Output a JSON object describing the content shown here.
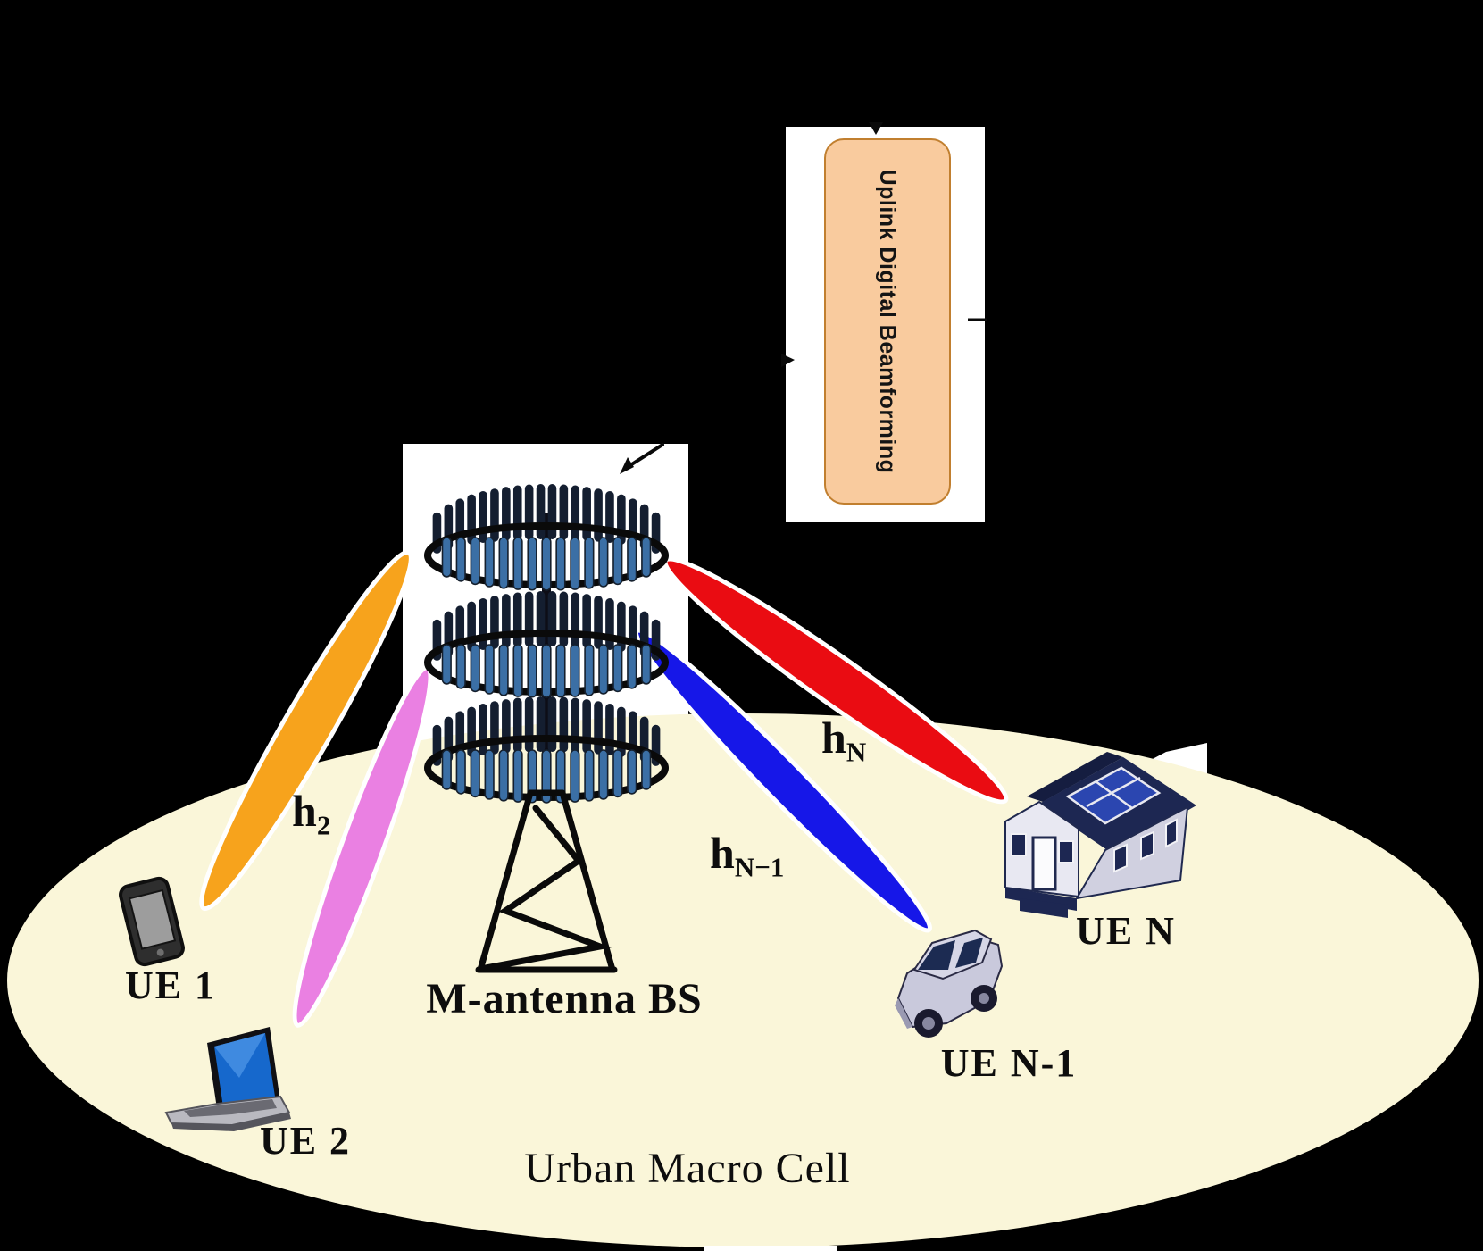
{
  "figure": {
    "beamforming_box": {
      "label": "Uplink Digital Beamforming",
      "fill": "#f9cb9e",
      "border": "#c17f2f"
    },
    "base_station": {
      "label": "M-antenna BS"
    },
    "cell": {
      "label": "Urban Macro Cell",
      "fill": "#faf6d9"
    },
    "users": [
      {
        "label": "UE 1",
        "device": "smartphone"
      },
      {
        "label": "UE 2",
        "device": "laptop"
      },
      {
        "label": "UE N-1",
        "device": "car"
      },
      {
        "label": "UE N",
        "device": "house"
      }
    ],
    "beams": [
      {
        "target": "UE 1",
        "color": "#f7a31c"
      },
      {
        "target": "UE 2",
        "color": "#ea80e2",
        "label_main": "h",
        "label_sub": "2"
      },
      {
        "target": "UE N-1",
        "color": "#1617e8",
        "label_main": "h",
        "label_sub": "N−1"
      },
      {
        "target": "UE N",
        "color": "#ea0c12",
        "label_main": "h",
        "label_sub": "N"
      }
    ]
  }
}
